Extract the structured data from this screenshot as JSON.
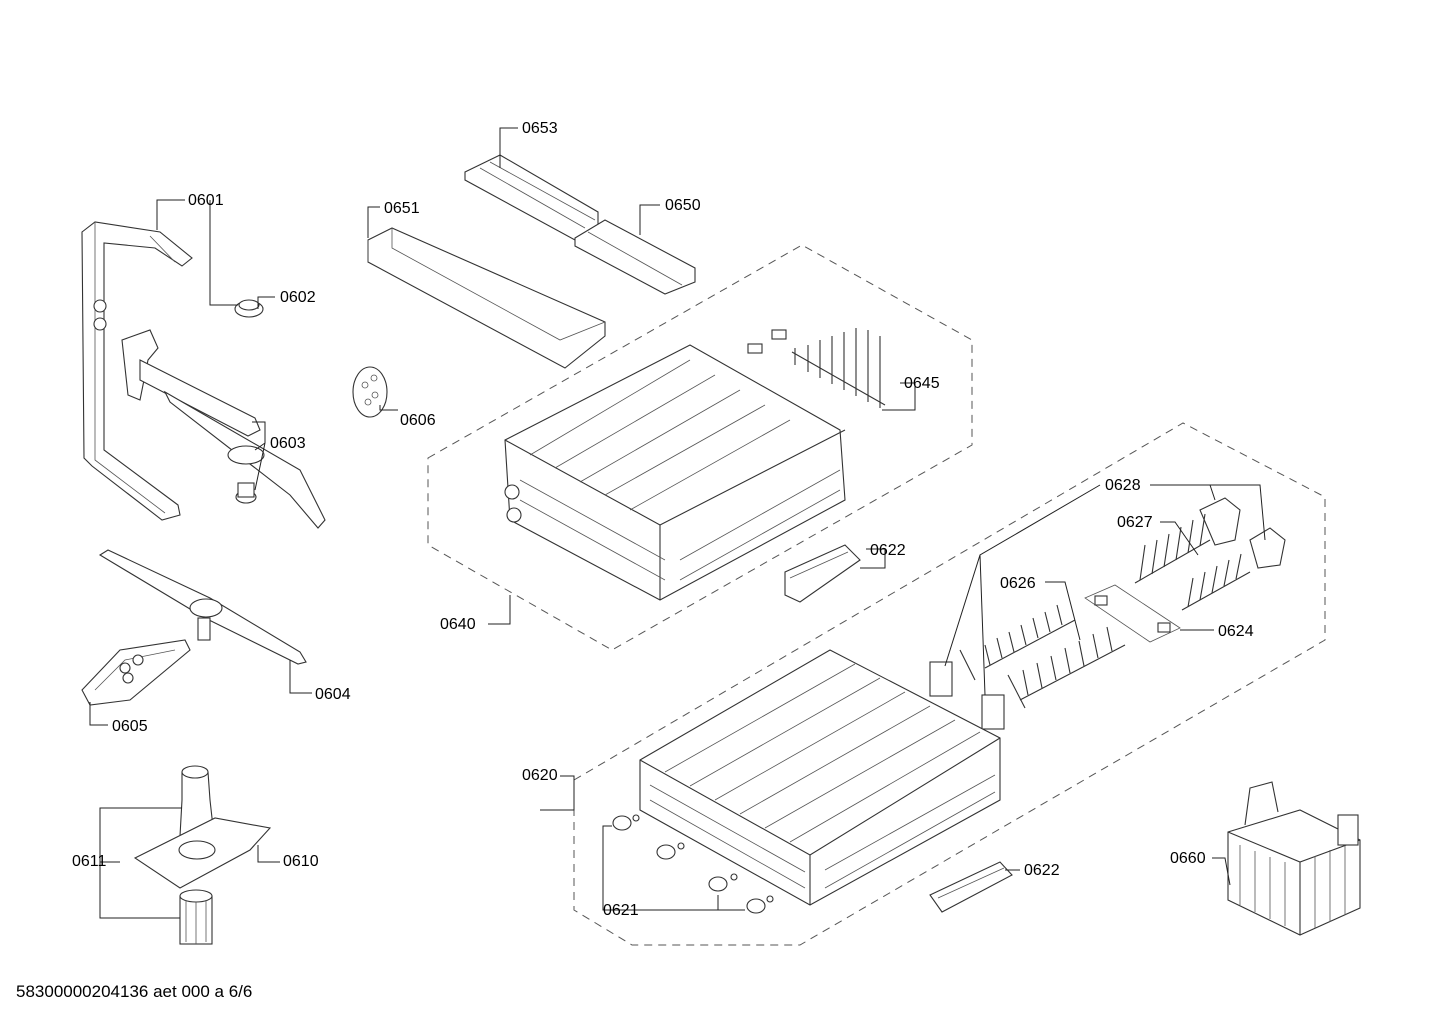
{
  "document_id": "58300000204136 aet 000 a 6/6",
  "labels": {
    "p0601": "0601",
    "p0602": "0602",
    "p0603": "0603",
    "p0604": "0604",
    "p0605": "0605",
    "p0606": "0606",
    "p0610": "0610",
    "p0611": "0611",
    "p0620": "0620",
    "p0621": "0621",
    "p0622a": "0622",
    "p0622b": "0622",
    "p0624": "0624",
    "p0626": "0626",
    "p0627": "0627",
    "p0628": "0628",
    "p0640": "0640",
    "p0645": "0645",
    "p0650": "0650",
    "p0651": "0651",
    "p0653": "0653",
    "p0660": "0660"
  }
}
